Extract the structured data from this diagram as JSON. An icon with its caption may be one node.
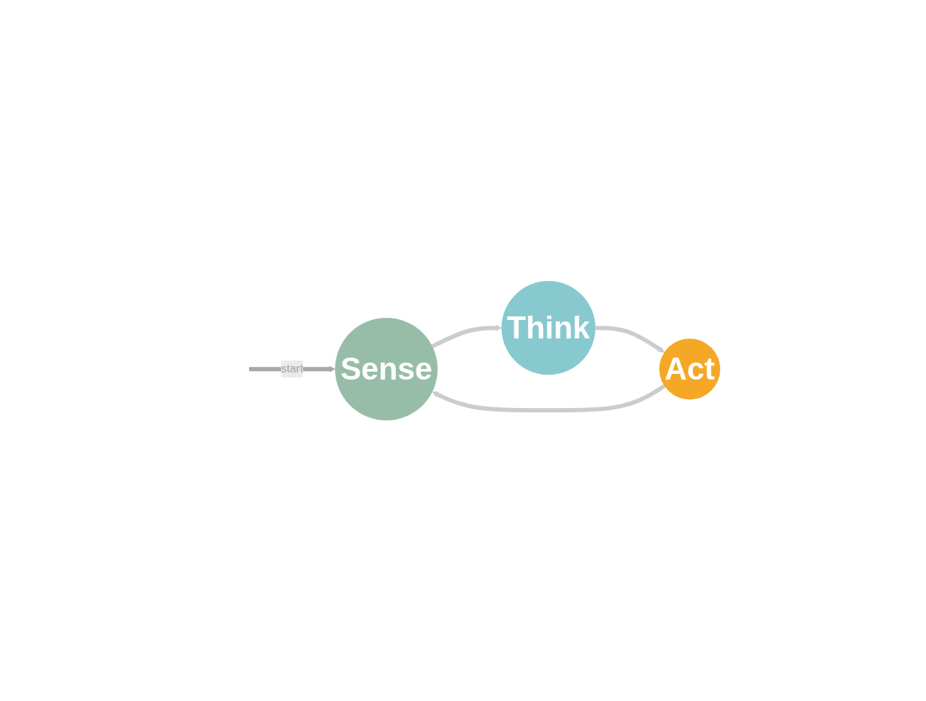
{
  "diagram": {
    "nodes": [
      {
        "text": [
          "Sense"
        ]
      },
      {
        "text": [
          "Think"
        ]
      },
      {
        "text": [
          "Act"
        ]
      }
    ],
    "edges": [
      {
        "from": null,
        "to": 0,
        "arrow": "to",
        "label": "start",
        "color": "#a7a8ab"
      },
      {
        "from": 0,
        "to": 1,
        "arrow": "to"
      },
      {
        "from": 1,
        "to": 2,
        "arrow": "to"
      },
      {
        "from": 2,
        "to": 0,
        "arrow": "to"
      }
    ]
  }
}
